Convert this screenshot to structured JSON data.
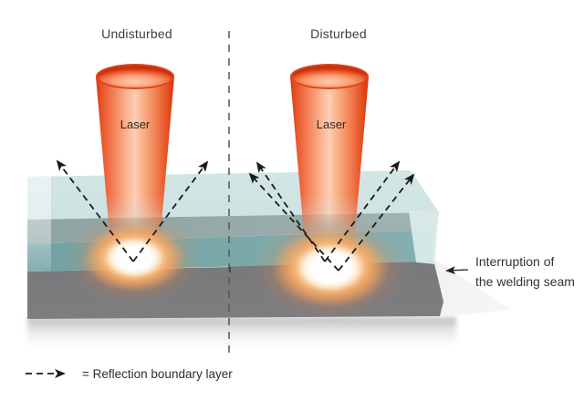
{
  "panels": {
    "left": {
      "title": "Undisturbed",
      "laser_label": "Laser"
    },
    "right": {
      "title": "Disturbed",
      "laser_label": "Laser"
    }
  },
  "callout": {
    "line1": "Interruption of",
    "line2": "the welding seam"
  },
  "legend": {
    "label": "= Reflection boundary layer"
  },
  "colors": {
    "laser_edge": "#dd3a10",
    "laser_mid": "#fdcdb3",
    "glass_top": "#cde2e2",
    "glass_front": "#7aa8a9",
    "metal_top_through_glass": "#97abaa",
    "metal_front": "#6e6e71",
    "glow_core": "#ffffff",
    "glow_halo": "#ff8c4a",
    "arrow": "#1b1b1b",
    "divider": "#555555"
  }
}
